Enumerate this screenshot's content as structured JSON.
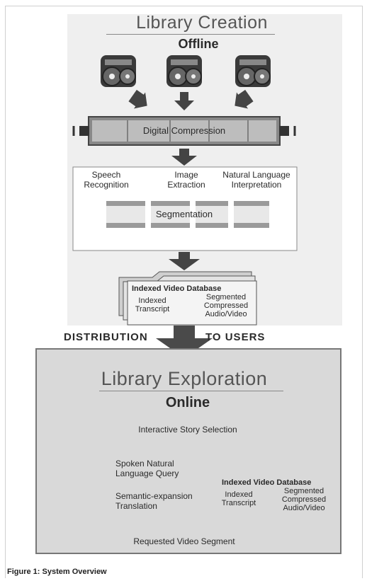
{
  "offline": {
    "title": "Library Creation",
    "subtitle": "Offline",
    "compression_label": "Digital Compression",
    "stages": {
      "speech": [
        "Speech",
        "Recognition"
      ],
      "image": [
        "Image",
        "Extraction"
      ],
      "nl": [
        "Natural Language",
        "Interpretation"
      ]
    },
    "segmentation_label": "Segmentation",
    "database": {
      "title": "Indexed Video Database",
      "transcript": [
        "Indexed",
        "Transcript"
      ],
      "segmented": [
        "Segmented",
        "Compressed",
        "Audio/Video"
      ]
    }
  },
  "distribution": {
    "left": "DISTRIBUTION",
    "right": "TO USERS"
  },
  "online": {
    "title": "Library Exploration",
    "subtitle": "Online",
    "story_selection": "Interactive Story Selection",
    "query": [
      "Spoken Natural",
      "Language Query"
    ],
    "expansion": [
      "Semantic-expansion",
      "Translation"
    ],
    "database": {
      "title": "Indexed Video Database",
      "transcript": [
        "Indexed",
        "Transcript"
      ],
      "segmented": [
        "Segmented",
        "Compressed",
        "Audio/Video"
      ]
    },
    "requested": "Requested Video Segment"
  },
  "caption": "Figure 1: System Overview"
}
